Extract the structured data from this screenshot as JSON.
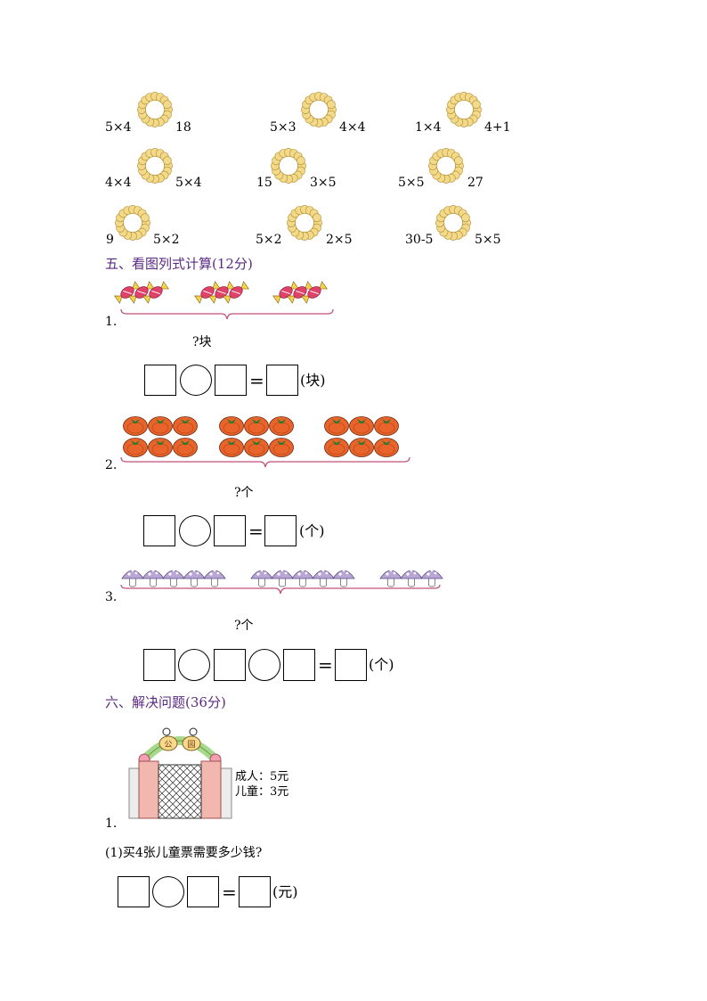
{
  "compare": [
    {
      "left": "5×4",
      "right": "18"
    },
    {
      "left": "5×3",
      "right": "4×4"
    },
    {
      "left": "1×4",
      "right": "4+1"
    },
    {
      "left": "4×4",
      "right": "5×4"
    },
    {
      "left": "15",
      "right": "3×5"
    },
    {
      "left": "5×5",
      "right": "27"
    },
    {
      "left": "9",
      "right": "5×2"
    },
    {
      "left": "5×2",
      "right": "2×5"
    },
    {
      "left": "30-5",
      "right": "5×5"
    }
  ],
  "section5": {
    "title": "五、看图列式计算(12分)",
    "problems": [
      {
        "num": "1.",
        "question": "?块",
        "unit": "(块)"
      },
      {
        "num": "2.",
        "question": "?个",
        "unit": "(个)"
      },
      {
        "num": "3.",
        "question": "?个",
        "unit": "(个)"
      }
    ]
  },
  "section6": {
    "title": "六、解决问题(36分)",
    "num": "1.",
    "gate_sign": [
      "公",
      "园"
    ],
    "price_adult": "成人：5元",
    "price_child": "儿童：3元",
    "q1": "(1)买4张儿童票需要多少钱?",
    "q1_unit": "(元)"
  },
  "colors": {
    "heading": "#5a2a82",
    "flower": "#f3d98a",
    "candy": "#e0436a",
    "tomato": "#e8642a",
    "mushroom": "#b9a6d6",
    "brace": "#c0507a",
    "pillar": "#f2b8b0"
  }
}
